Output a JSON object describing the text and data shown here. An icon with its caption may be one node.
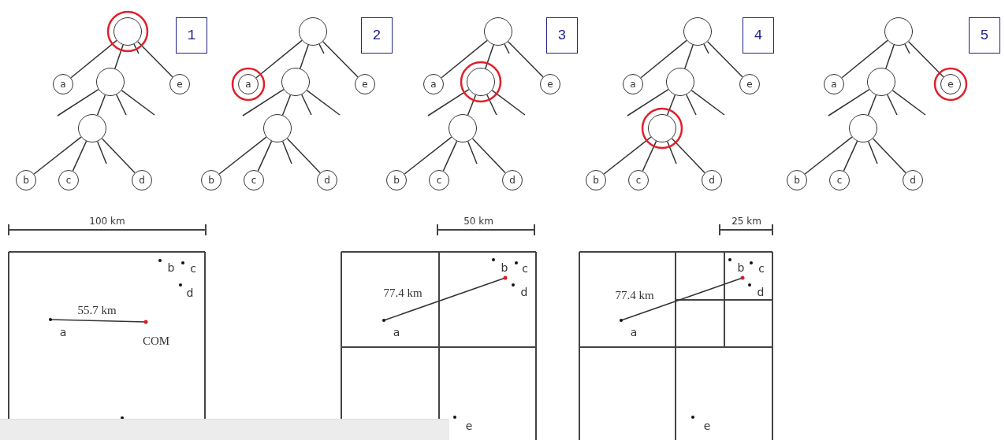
{
  "diagram": {
    "nodes": [
      {
        "text": [],
        "shape": "circle"
      },
      {
        "text": [
          "a"
        ]
      },
      {
        "text": [],
        "shape": "circle"
      },
      {
        "text": [
          "e"
        ]
      },
      {
        "text": [],
        "shape": "circle"
      },
      {
        "text": [
          "b"
        ]
      },
      {
        "text": [
          "c"
        ]
      },
      {
        "text": [
          "d"
        ]
      },
      {
        "text": [
          "1"
        ]
      },
      {
        "text": [],
        "shape": "circle"
      },
      {
        "text": [
          "a"
        ]
      },
      {
        "text": [],
        "shape": "circle"
      },
      {
        "text": [
          "e"
        ]
      },
      {
        "text": [],
        "shape": "circle"
      },
      {
        "text": [
          "b"
        ]
      },
      {
        "text": [
          "c"
        ]
      },
      {
        "text": [
          "d"
        ]
      },
      {
        "text": [
          "2"
        ]
      },
      {
        "text": [],
        "shape": "circle"
      },
      {
        "text": [
          "a"
        ]
      },
      {
        "text": [],
        "shape": "circle"
      },
      {
        "text": [
          "e"
        ]
      },
      {
        "text": [],
        "shape": "circle"
      },
      {
        "text": [
          "b"
        ]
      },
      {
        "text": [
          "c"
        ]
      },
      {
        "text": [
          "d"
        ]
      },
      {
        "text": [
          "3"
        ]
      },
      {
        "text": [],
        "shape": "circle"
      },
      {
        "text": [
          "a"
        ]
      },
      {
        "text": [],
        "shape": "circle"
      },
      {
        "text": [
          "e"
        ]
      },
      {
        "text": [],
        "shape": "circle"
      },
      {
        "text": [
          "b"
        ]
      },
      {
        "text": [
          "c"
        ]
      },
      {
        "text": [
          "d"
        ]
      },
      {
        "text": [
          "4"
        ]
      },
      {
        "text": [],
        "shape": "circle"
      },
      {
        "text": [
          "a"
        ]
      },
      {
        "text": [],
        "shape": "circle"
      },
      {
        "text": [
          "e"
        ]
      },
      {
        "text": [],
        "shape": "circle"
      },
      {
        "text": [
          "b"
        ]
      },
      {
        "text": [
          "c"
        ]
      },
      {
        "text": [
          "d"
        ]
      },
      {
        "text": [
          "5"
        ]
      }
    ],
    "edges": [
      {
        "from": 0,
        "to": 1,
        "arrow": "none"
      },
      {
        "from": 0,
        "to": 2,
        "arrow": "none"
      },
      {
        "from": 0,
        "to": null,
        "arrow": "none"
      },
      {
        "from": 0,
        "to": 3,
        "arrow": "none"
      },
      {
        "from": 2,
        "to": null,
        "arrow": "none"
      },
      {
        "from": 2,
        "to": 4,
        "arrow": "none"
      },
      {
        "from": 2,
        "to": null,
        "arrow": "none"
      },
      {
        "from": 2,
        "to": null,
        "arrow": "none"
      },
      {
        "from": 4,
        "to": 5,
        "arrow": "none"
      },
      {
        "from": 4,
        "to": 6,
        "arrow": "none"
      },
      {
        "from": 4,
        "to": null,
        "arrow": "none"
      },
      {
        "from": 4,
        "to": 7,
        "arrow": "none"
      },
      {
        "from": 9,
        "to": 10,
        "arrow": "none"
      },
      {
        "from": 9,
        "to": 11,
        "arrow": "none"
      },
      {
        "from": 9,
        "to": null,
        "arrow": "none"
      },
      {
        "from": 9,
        "to": 12,
        "arrow": "none"
      },
      {
        "from": 11,
        "to": null,
        "arrow": "none"
      },
      {
        "from": 11,
        "to": 13,
        "arrow": "none"
      },
      {
        "from": 11,
        "to": null,
        "arrow": "none"
      },
      {
        "from": 11,
        "to": null,
        "arrow": "none"
      },
      {
        "from": 13,
        "to": 14,
        "arrow": "none"
      },
      {
        "from": 13,
        "to": 15,
        "arrow": "none"
      },
      {
        "from": 13,
        "to": null,
        "arrow": "none"
      },
      {
        "from": 13,
        "to": 16,
        "arrow": "none"
      },
      {
        "from": 18,
        "to": 19,
        "arrow": "none"
      },
      {
        "from": 18,
        "to": 20,
        "arrow": "none"
      },
      {
        "from": 18,
        "to": null,
        "arrow": "none"
      },
      {
        "from": 18,
        "to": 21,
        "arrow": "none"
      },
      {
        "from": 20,
        "to": null,
        "arrow": "none"
      },
      {
        "from": 20,
        "to": 22,
        "arrow": "none"
      },
      {
        "from": 20,
        "to": null,
        "arrow": "none"
      },
      {
        "from": 20,
        "to": null,
        "arrow": "none"
      },
      {
        "from": 22,
        "to": 23,
        "arrow": "none"
      },
      {
        "from": 22,
        "to": 24,
        "arrow": "none"
      },
      {
        "from": 22,
        "to": null,
        "arrow": "none"
      },
      {
        "from": 22,
        "to": 25,
        "arrow": "none"
      },
      {
        "from": 27,
        "to": 28,
        "arrow": "none"
      },
      {
        "from": 27,
        "to": 29,
        "arrow": "none"
      },
      {
        "from": 27,
        "to": null,
        "arrow": "none"
      },
      {
        "from": 27,
        "to": 30,
        "arrow": "none"
      },
      {
        "from": 29,
        "to": null,
        "arrow": "none"
      },
      {
        "from": 29,
        "to": 31,
        "arrow": "none"
      },
      {
        "from": 29,
        "to": null,
        "arrow": "none"
      },
      {
        "from": 29,
        "to": null,
        "arrow": "none"
      },
      {
        "from": 31,
        "to": 32,
        "arrow": "none"
      },
      {
        "from": 31,
        "to": 33,
        "arrow": "none"
      },
      {
        "from": 31,
        "to": null,
        "arrow": "none"
      },
      {
        "from": 31,
        "to": 34,
        "arrow": "none"
      },
      {
        "from": 36,
        "to": 37,
        "arrow": "none"
      },
      {
        "from": 36,
        "to": 38,
        "arrow": "none"
      },
      {
        "from": 36,
        "to": null,
        "arrow": "none"
      },
      {
        "from": 36,
        "to": 39,
        "arrow": "none"
      },
      {
        "from": 38,
        "to": null,
        "arrow": "none"
      },
      {
        "from": 38,
        "to": 40,
        "arrow": "none"
      },
      {
        "from": 38,
        "to": null,
        "arrow": "none"
      },
      {
        "from": 38,
        "to": null,
        "arrow": "none"
      },
      {
        "from": 40,
        "to": 41,
        "arrow": "none"
      },
      {
        "from": 40,
        "to": 42,
        "arrow": "none"
      },
      {
        "from": 40,
        "to": null,
        "arrow": "none"
      },
      {
        "from": 40,
        "to": 43,
        "arrow": "none"
      }
    ],
    "labels": [
      "100 km",
      "50 km",
      "25 km",
      "b",
      "c",
      "d",
      "55.7 km",
      "a",
      "COM",
      "b",
      "c",
      "77.4 km",
      "d",
      "a",
      "e",
      "b",
      "c",
      "77.4 km",
      "d",
      "a",
      "e"
    ]
  }
}
